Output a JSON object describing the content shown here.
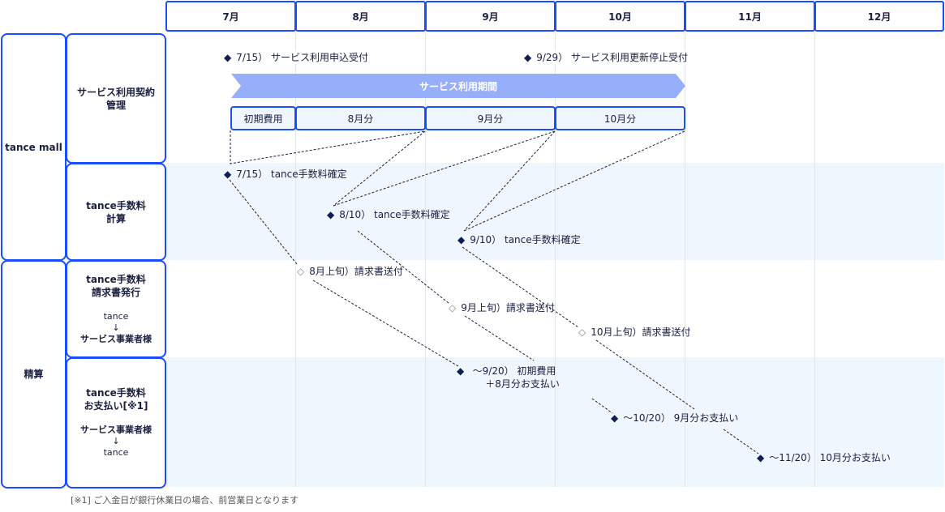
{
  "months": [
    "7月",
    "8月",
    "9月",
    "10月",
    "11月",
    "12月"
  ],
  "groups": {
    "mall": "tance mall",
    "settle": "精算"
  },
  "lanes": {
    "contract": [
      "サービス利用契約",
      "管理"
    ],
    "fee_calc": [
      "tance手数料",
      "計算"
    ],
    "invoice": {
      "title": [
        "tance手数料",
        "請求書発行"
      ],
      "from": "tance",
      "arrow": "↓",
      "to": "サービス事業者様"
    },
    "payment": {
      "title": [
        "tance手数料",
        "お支払い[※1]"
      ],
      "from": "サービス事業者様",
      "arrow": "↓",
      "to": "tance"
    }
  },
  "period_label": "サービス利用期間",
  "billing_boxes": [
    "初期費用",
    "8月分",
    "9月分",
    "10月分"
  ],
  "events": {
    "apply": "7/15） サービス利用申込受付",
    "renew_stop": "9/29） サービス利用更新停止受付",
    "fee1": "7/15） tance手数料確定",
    "fee2": "8/10） tance手数料確定",
    "fee3": "9/10） tance手数料確定",
    "inv1": "8月上旬）請求書送付",
    "inv2": "9月上旬）請求書送付",
    "inv3": "10月上旬）請求書送付",
    "pay1a": "〜9/20） 初期費用",
    "pay1b": "＋8月分お支払い",
    "pay2": "〜10/20） 9月分お支払い",
    "pay3": "〜11/20） 10月分お支払い"
  },
  "icons": {
    "filled": "◆",
    "open": "◇"
  },
  "footnote": "[※1] ご入金日が銀行休業日の場合、前営業日となります"
}
